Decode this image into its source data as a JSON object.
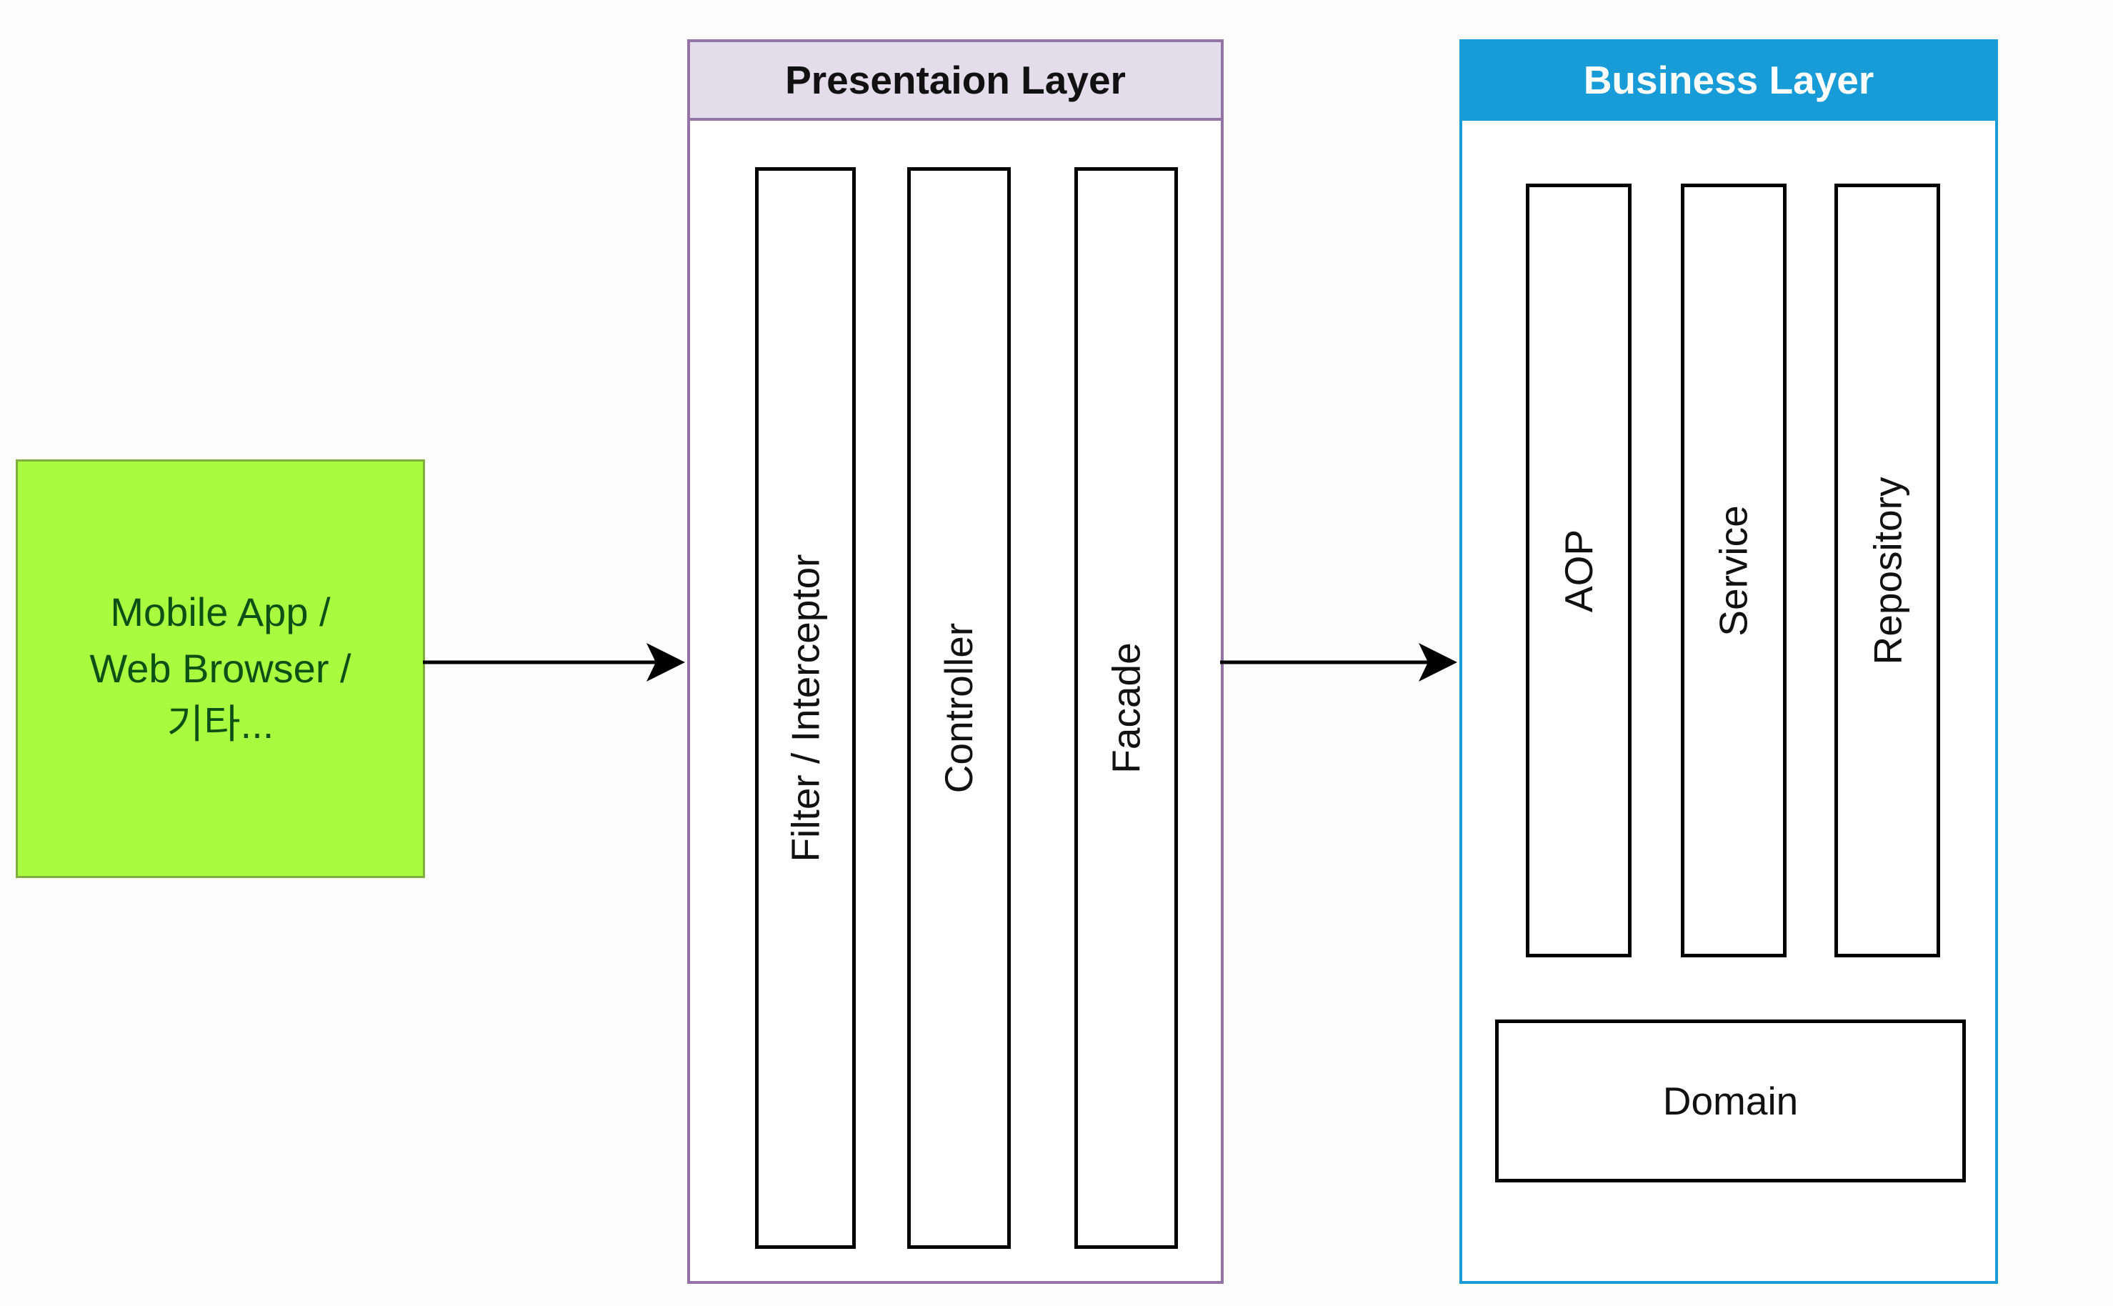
{
  "colors": {
    "page-bg": "#fdfdfe",
    "green-fill": "#a9fb40",
    "green-border": "#7fae3e",
    "green-text": "#0d5016",
    "purple-border": "#9673a6",
    "lavender-header": "#e3dcea",
    "blue": "#189cd8",
    "arrow-color": "#000000",
    "label": "#111111",
    "header-text-presentation": "#111111",
    "header-text-business": "#ffffff"
  },
  "source_box": {
    "lines": [
      "Mobile App /",
      "Web Browser /",
      "기타..."
    ]
  },
  "arrows": [
    {
      "name": "client-to-presentation"
    },
    {
      "name": "presentation-to-business"
    }
  ],
  "layers": [
    {
      "title": "Presentaion Layer",
      "components": [
        "Filter / Interceptor",
        "Controller",
        "Facade"
      ]
    },
    {
      "title": "Business Layer",
      "components": [
        "AOP",
        "Service",
        "Repository"
      ],
      "domain_box": "Domain"
    }
  ]
}
